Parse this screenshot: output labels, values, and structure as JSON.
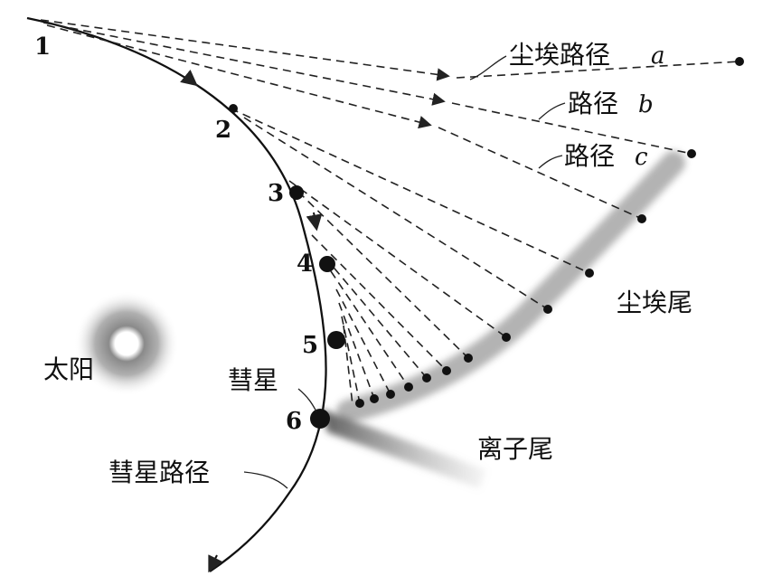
{
  "positions": [
    "1",
    "2",
    "3",
    "4",
    "5",
    "6"
  ],
  "labels": {
    "dust_path_a": "尘埃路径",
    "dust_path_a_letter": "a",
    "path_b": "路径",
    "path_b_letter": "b",
    "path_c": "路径",
    "path_c_letter": "c",
    "dust_tail": "尘埃尾",
    "sun": "太阳",
    "comet": "彗星",
    "ion_tail": "离子尾",
    "comet_path": "彗星路径"
  },
  "colors": {
    "line": "#222222",
    "dust_tail_gray": "#9a9a9a",
    "ion_tail_gray": "#6e6e6e",
    "sun_ring": "#7a7a7a"
  }
}
